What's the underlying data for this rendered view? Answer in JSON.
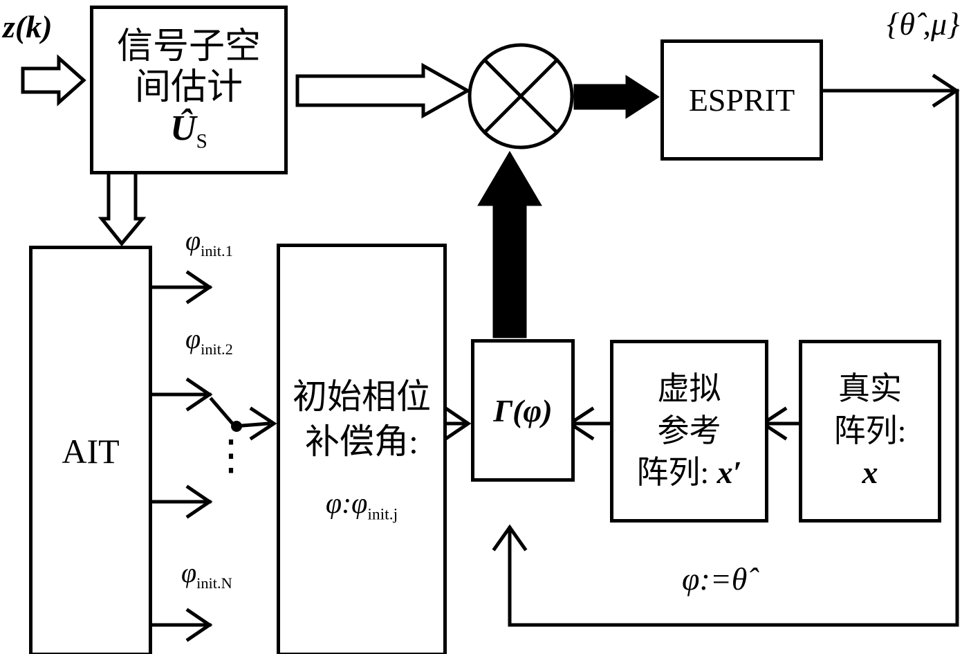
{
  "diagram": {
    "input_label": "z(k)",
    "output_label": "{θ̂ ,μ}",
    "feedback_label": "φ:=θ̂",
    "dots": "⋮",
    "boxes": {
      "subspace": {
        "line1": "信号子空",
        "line2": "间估计",
        "symbol": "Û",
        "symbol_sub": "S"
      },
      "esprit": {
        "label": "ESPRIT"
      },
      "ait": {
        "label": "AIT"
      },
      "phase": {
        "line1": "初始相位",
        "line2": "补偿角:",
        "expr": "φ:φ",
        "expr_sub": "init.j"
      },
      "gamma": {
        "label": "Γ(φ)"
      },
      "virtual": {
        "line1": "虚拟",
        "line2": "参考",
        "line3": "阵列: ",
        "symbol": "x′"
      },
      "real": {
        "line1": "真实",
        "line2": "阵列:",
        "symbol": "x"
      }
    },
    "ait_outputs": {
      "phi": "φ",
      "sub1": "init.1",
      "sub2": "init.2",
      "subN": "init.N"
    }
  }
}
